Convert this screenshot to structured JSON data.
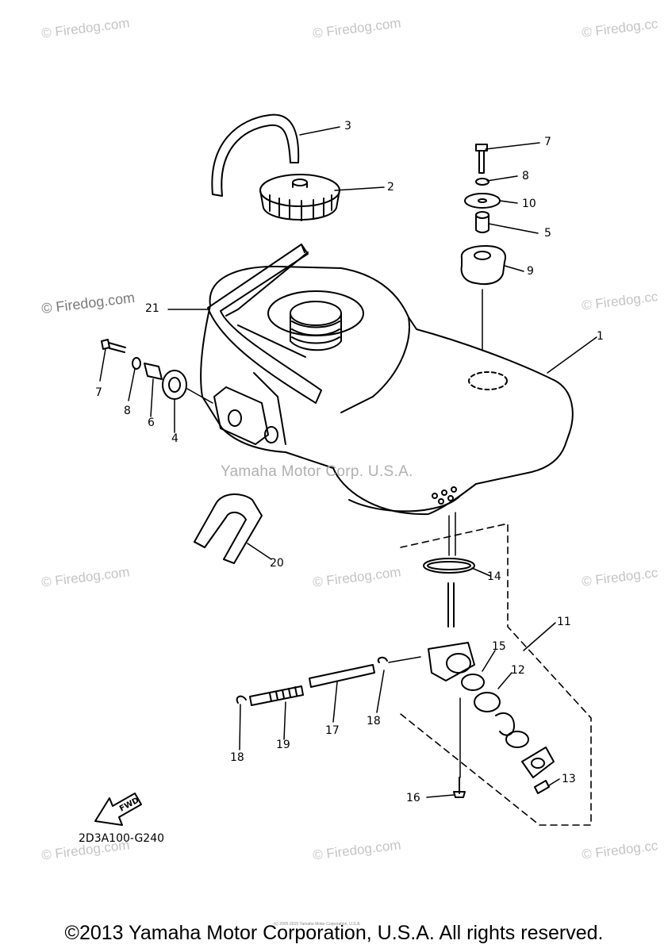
{
  "watermarks": [
    "© Firedog.com",
    "© Firedog.com",
    "© Firedog.cc",
    "© Firedog.com",
    "© Firedog.cc",
    "© Firedog.com",
    "© Firedog.com",
    "© Firedog.cc",
    "© Firedog.com",
    "© Firedog.com",
    "© Firedog.cc"
  ],
  "manufacturer_mark": "Yamaha Motor Corp. U.S.A.",
  "callouts": {
    "c1": "1",
    "c2": "2",
    "c3": "3",
    "c4": "4",
    "c5": "5",
    "c6": "6",
    "c7a": "7",
    "c7b": "7",
    "c8a": "8",
    "c8b": "8",
    "c9": "9",
    "c10": "10",
    "c11": "11",
    "c12": "12",
    "c13": "13",
    "c14": "14",
    "c15": "15",
    "c16": "16",
    "c17": "17",
    "c18a": "18",
    "c18b": "18",
    "c19": "19",
    "c20": "20",
    "c21": "21"
  },
  "fwd_label": "FWD",
  "diagram_code": "2D3A100-G240",
  "fine_print": "(c) 2005-2015 Yamaha Motor Corporation, U.S.A.",
  "copyright": "©2013 Yamaha Motor Corporation, U.S.A. All rights reserved."
}
